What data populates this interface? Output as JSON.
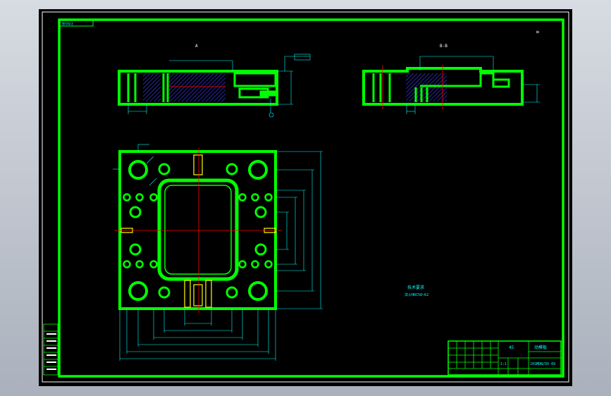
{
  "viewport": {
    "background": "#c4c9d1",
    "sheet_color": "#000000"
  },
  "colors": {
    "frame": "#00ff00",
    "part": "#00ff00",
    "hatch": "#4040ff",
    "dimension": "#00ffff",
    "centerline": "#ff0000",
    "text": "#00ffff",
    "highlight": "#ffff00",
    "annotation": "#ffffff"
  },
  "labels": {
    "tag_top_left": "图号标注",
    "section_a": "A",
    "section_b": "B-B",
    "corner_mark": "»",
    "note_title": "技术要求",
    "note_body": "淬火HRC58~62"
  },
  "title_block": {
    "part_name": "动模板",
    "drawing_no": "JXSMDN/DX-09",
    "material": "45",
    "scale": "1:1"
  }
}
